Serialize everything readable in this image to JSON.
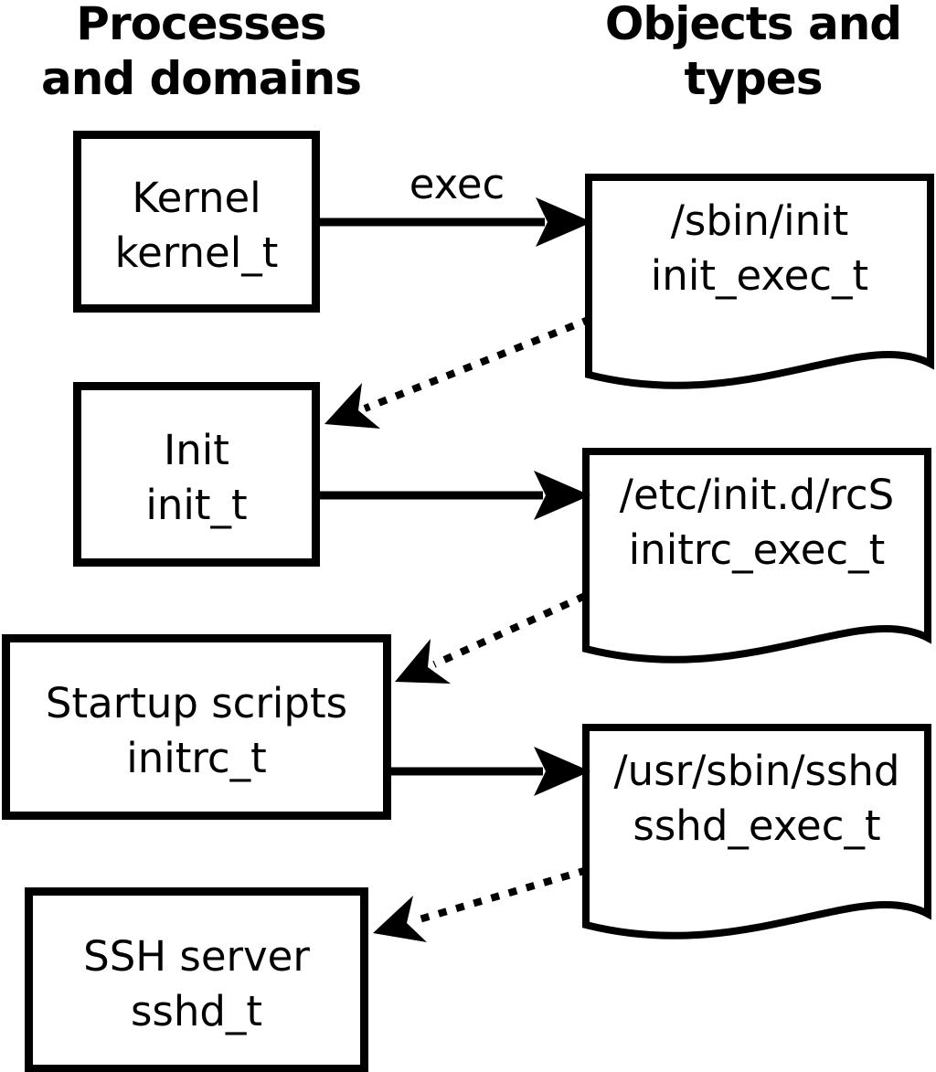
{
  "colors": {
    "ink": "#000000",
    "background": "#ffffff"
  },
  "headers": {
    "left": {
      "line1": "Processes",
      "line2": "and domains"
    },
    "right": {
      "line1": "Objects and",
      "line2": "types"
    }
  },
  "processes": [
    {
      "name": "Kernel",
      "domain": "kernel_t"
    },
    {
      "name": "Init",
      "domain": "init_t"
    },
    {
      "name": "Startup scripts",
      "domain": "initrc_t"
    },
    {
      "name": "SSH server",
      "domain": "sshd_t"
    }
  ],
  "objects": [
    {
      "path": "/sbin/init",
      "type": "init_exec_t"
    },
    {
      "path": "/etc/init.d/rcS",
      "type": "initrc_exec_t"
    },
    {
      "path": "/usr/sbin/sshd",
      "type": "sshd_exec_t"
    }
  ],
  "labels": {
    "exec": "exec"
  }
}
